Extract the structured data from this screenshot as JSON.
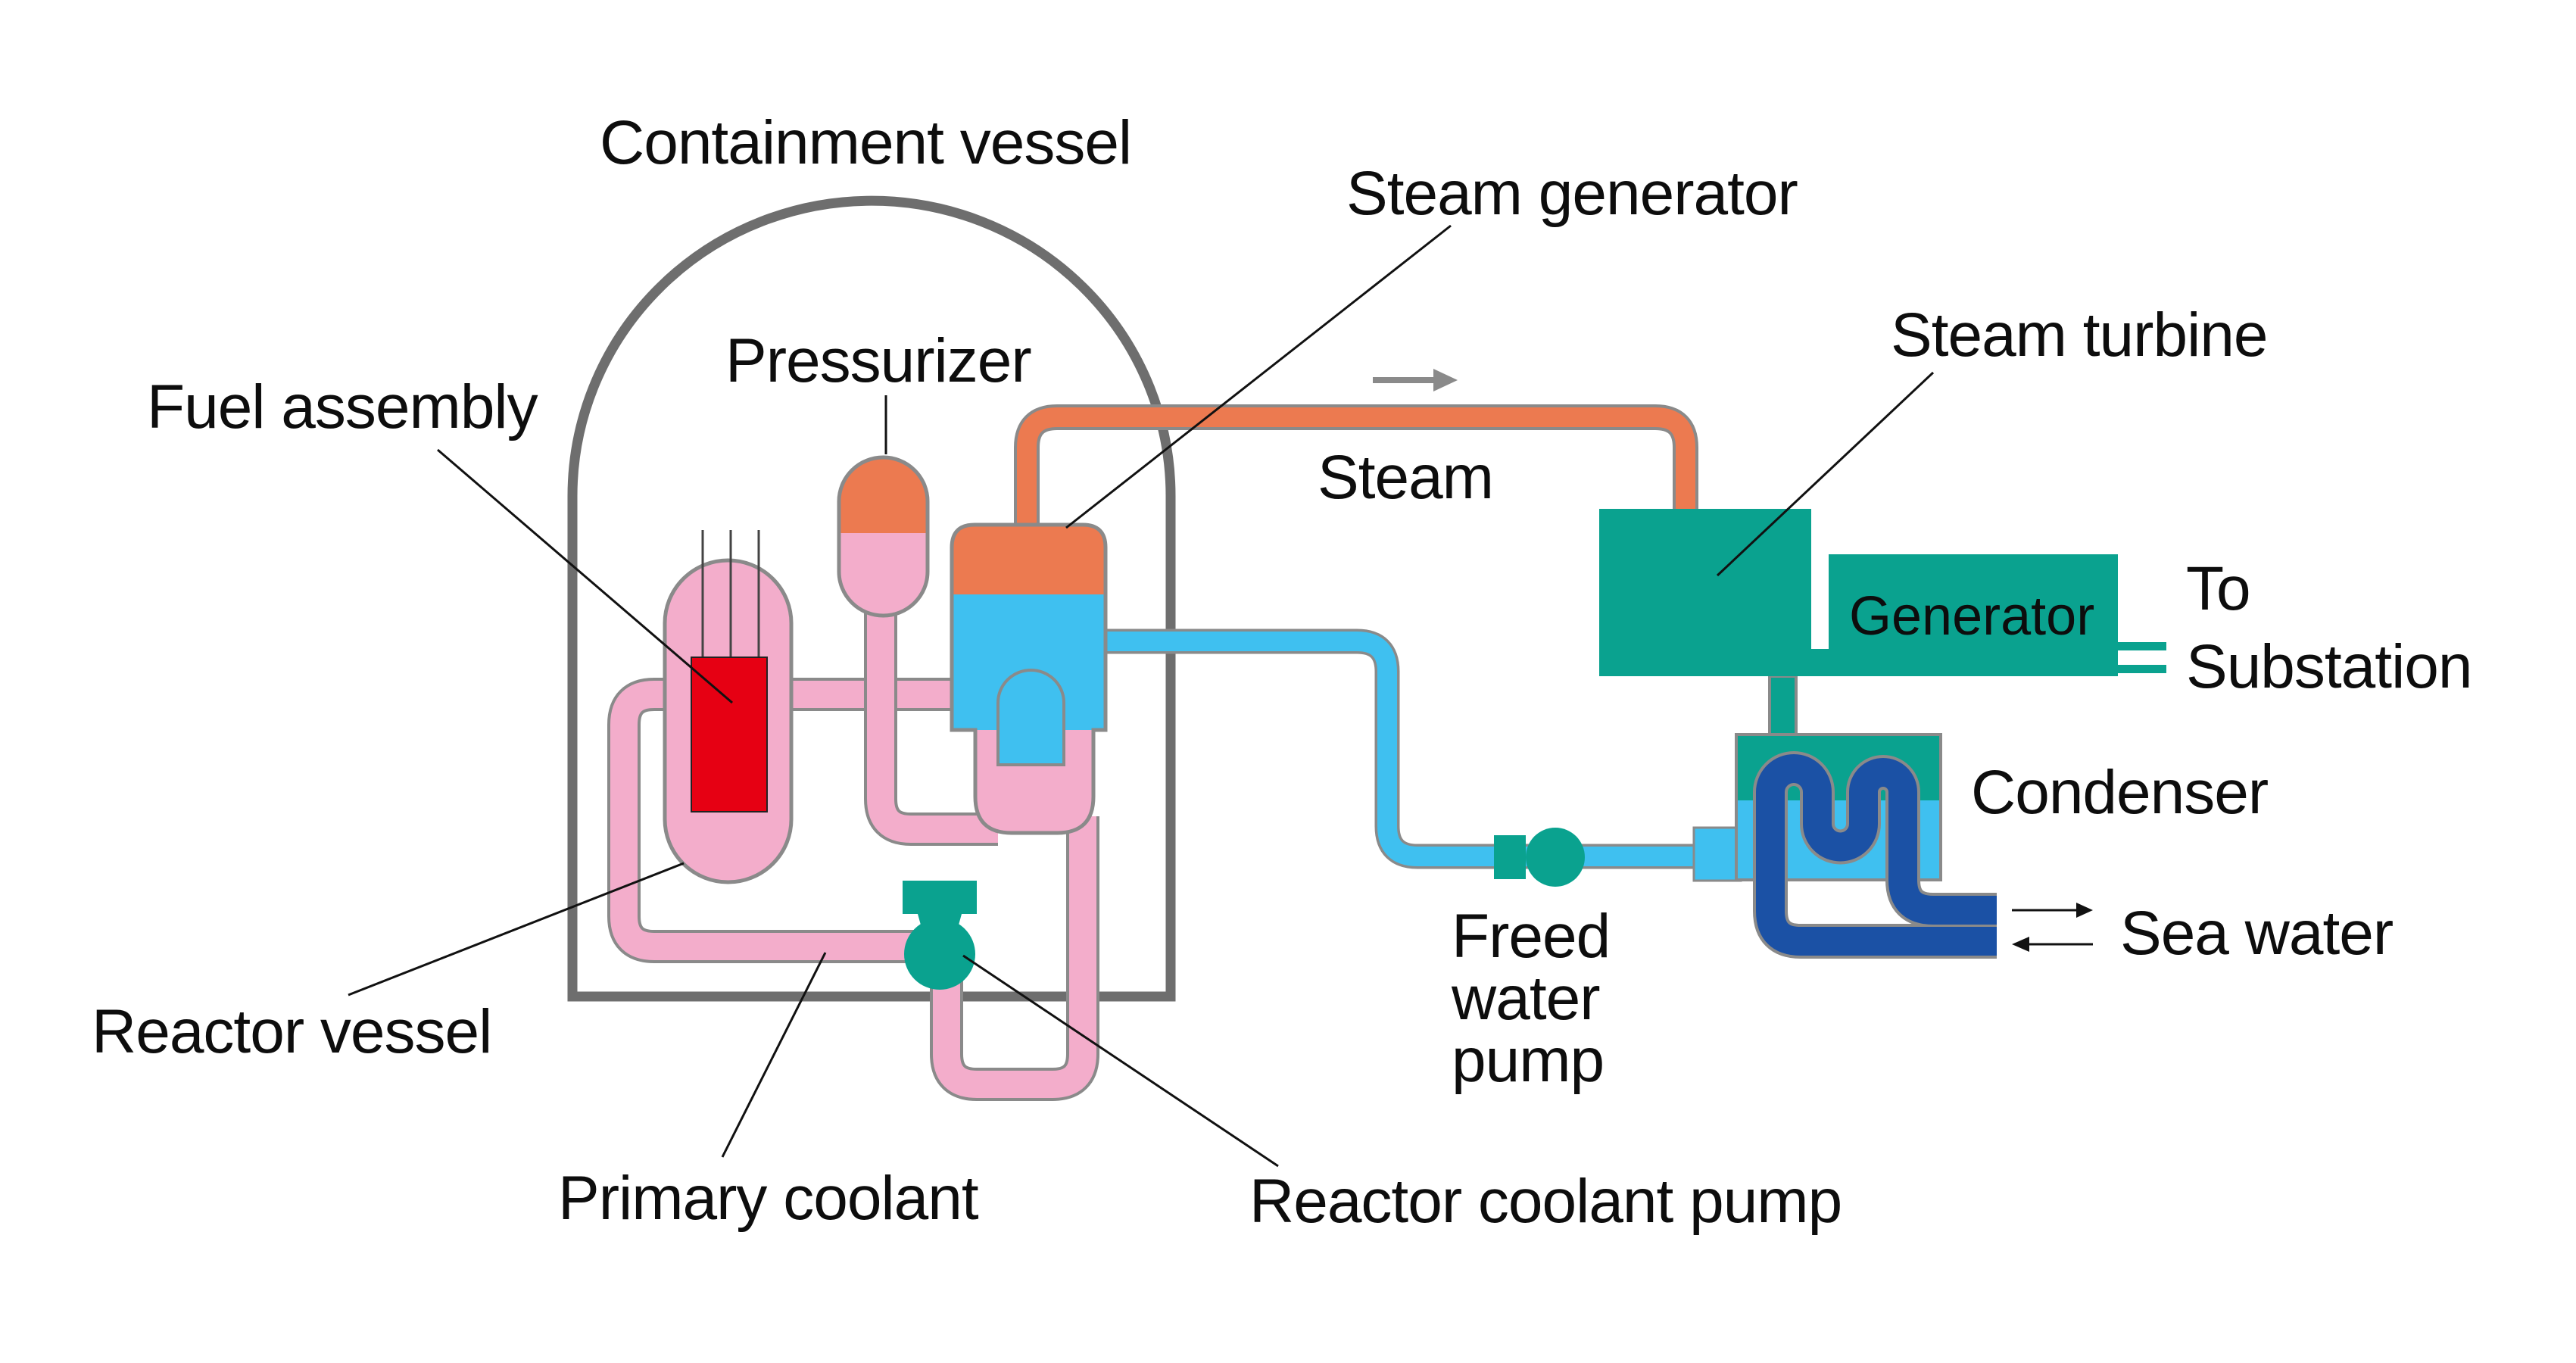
{
  "labels": {
    "containment_vessel": "Containment vessel",
    "steam_generator": "Steam generator",
    "pressurizer": "Pressurizer",
    "fuel_assembly": "Fuel assembly",
    "steam_turbine": "Steam turbine",
    "steam": "Steam",
    "generator": "Generator",
    "to_substation": [
      "To",
      "Substation"
    ],
    "condenser": "Condenser",
    "sea_water": "Sea water",
    "freed_water_pump": [
      "Freed",
      "water",
      "pump"
    ],
    "reactor_vessel": "Reactor vessel",
    "primary_coolant": "Primary coolant",
    "reactor_coolant_pump": "Reactor coolant pump"
  },
  "colors": {
    "primary_coolant_pink": "#F3ADCB",
    "fuel_red": "#E60013",
    "steam_orange": "#EC7A50",
    "feed_water_blue": "#3FC0F0",
    "equipment_teal": "#0AA28F",
    "sea_water_navy": "#1B51A5",
    "pipe_outline_gray": "#8A8A8A",
    "containment_gray": "#6E6E6E",
    "text_black": "#0d0d0d"
  }
}
